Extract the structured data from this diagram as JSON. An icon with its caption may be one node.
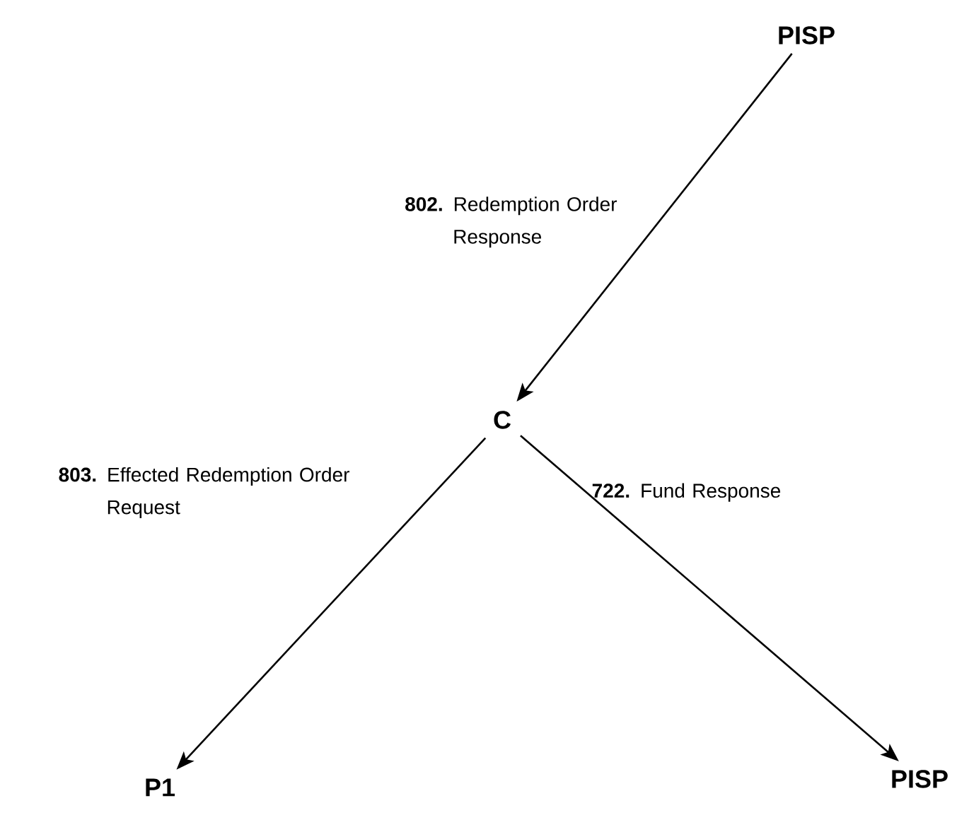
{
  "diagram": {
    "nodes": [
      {
        "text": [
          "PISP"
        ]
      },
      {
        "text": [
          "C"
        ]
      },
      {
        "text": [
          "P1"
        ]
      },
      {
        "text": [
          "PISP"
        ]
      }
    ],
    "edges": [
      {
        "from": 0,
        "to": 1,
        "arrow": "to",
        "label": "**802.** Redemption Order Response"
      },
      {
        "from": 1,
        "to": 2,
        "arrow": "to",
        "label": "**803.** Effected Redemption Order Request"
      },
      {
        "from": 1,
        "to": 3,
        "arrow": "to",
        "label": "**722.** Fund Response"
      }
    ]
  }
}
